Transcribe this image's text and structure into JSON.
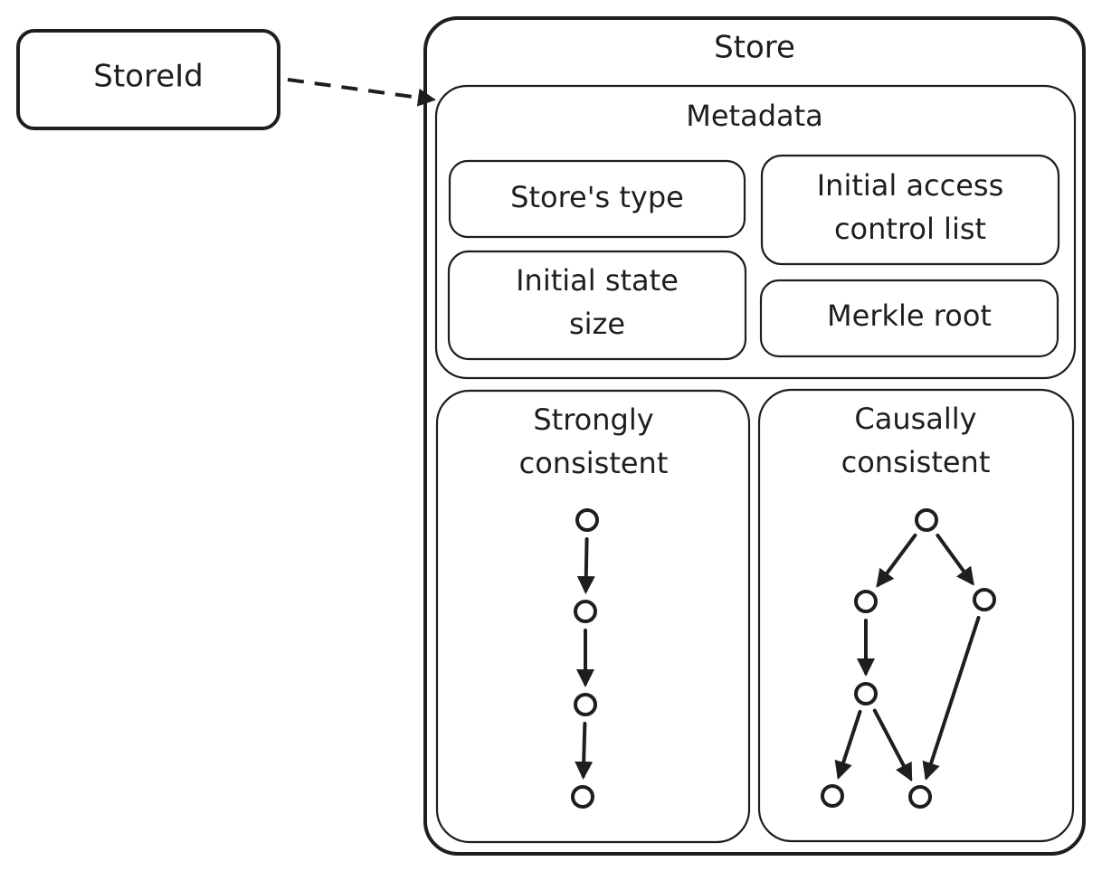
{
  "labels": {
    "store_id": "StoreId",
    "store": "Store",
    "metadata": "Metadata",
    "stores_type": "Store's type",
    "initial_acl_line1": "Initial access",
    "initial_acl_line2": "control list",
    "initial_state_line1": "Initial state",
    "initial_state_line2": "size",
    "merkle_root": "Merkle root",
    "strongly_line1": "Strongly",
    "strongly_line2": "consistent",
    "causally_line1": "Causally",
    "causally_line2": "consistent"
  },
  "colors": {
    "stroke": "#1e1e1e",
    "background": "#ffffff"
  },
  "graphs": {
    "strongly_consistent": {
      "nodes": [
        "s1",
        "s2",
        "s3",
        "s4"
      ],
      "edges": [
        [
          "s1",
          "s2"
        ],
        [
          "s2",
          "s3"
        ],
        [
          "s3",
          "s4"
        ]
      ]
    },
    "causally_consistent": {
      "nodes": [
        "c1",
        "c2",
        "c3",
        "c4",
        "c5",
        "c6"
      ],
      "edges": [
        [
          "c1",
          "c2"
        ],
        [
          "c1",
          "c3"
        ],
        [
          "c2",
          "c4"
        ],
        [
          "c4",
          "c5"
        ],
        [
          "c4",
          "c6"
        ],
        [
          "c3",
          "c6"
        ]
      ]
    }
  }
}
